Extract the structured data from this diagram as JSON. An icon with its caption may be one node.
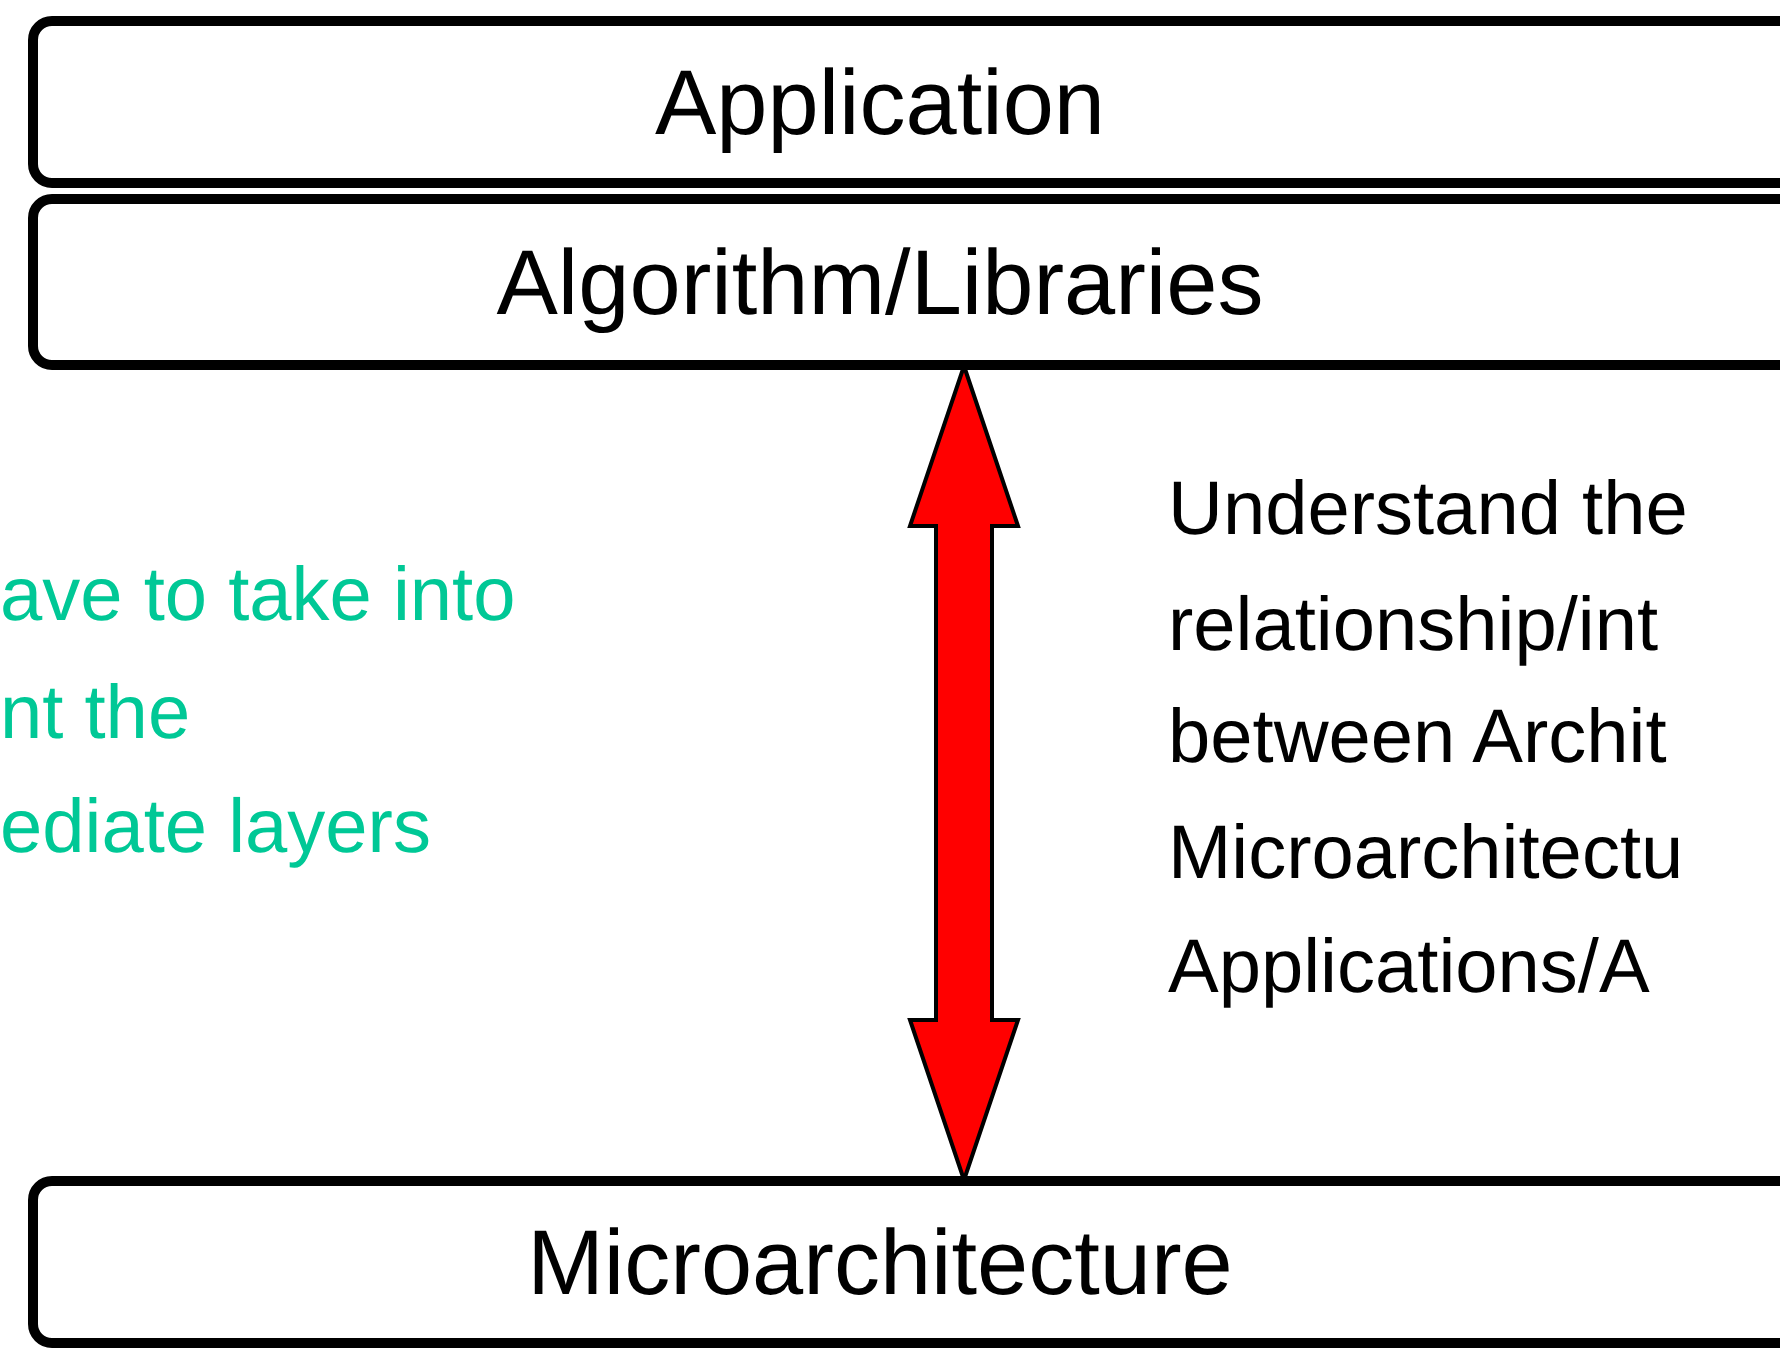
{
  "diagram": {
    "nodes": [
      {
        "text": [
          "Application"
        ]
      },
      {
        "text": [
          "Algorithm/Libraries"
        ]
      },
      {
        "text": [
          "Microarchitecture"
        ]
      }
    ],
    "edges": [
      {
        "from": 1,
        "to": 2,
        "arrow": "both",
        "style": "thick",
        "color": "#ff0000"
      }
    ],
    "labels": [
      "ave to take into",
      "nt the",
      "ediate layers",
      "Understand the",
      "relationship/int",
      "between Archit",
      "Microarchitectu",
      "Applications/A"
    ]
  }
}
